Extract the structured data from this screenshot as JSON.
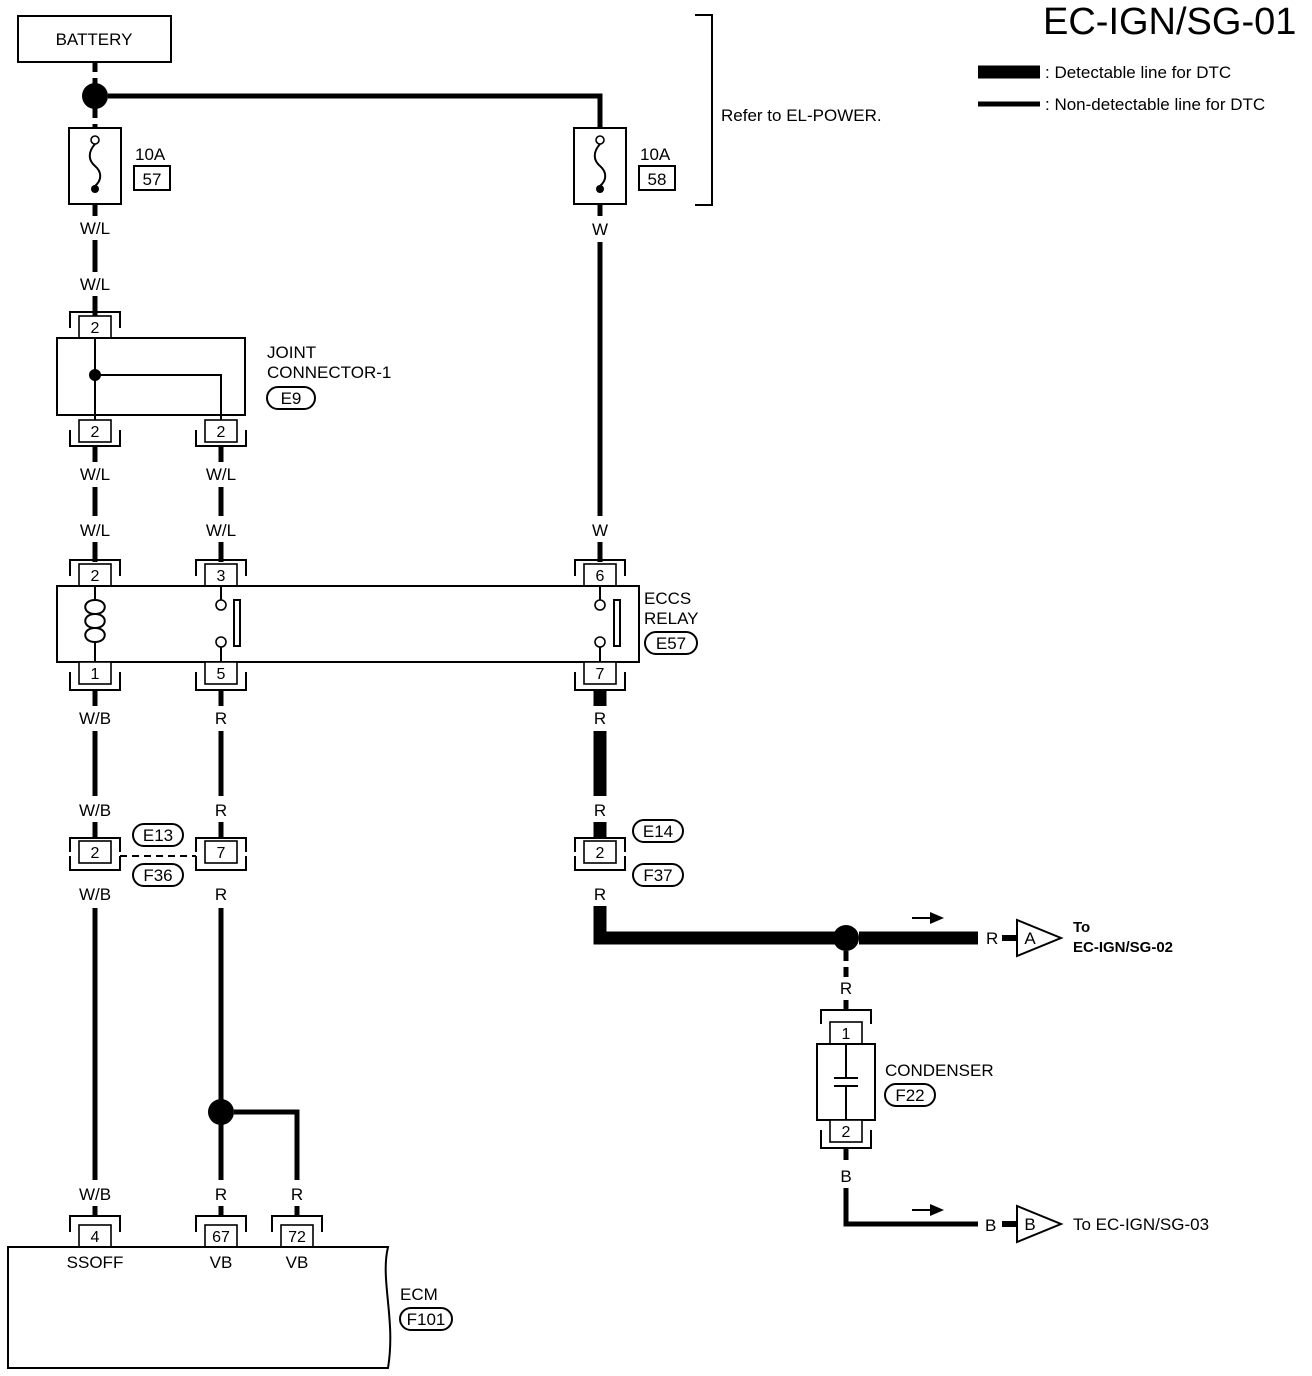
{
  "title": "EC-IGN/SG-01",
  "legend": {
    "detectable": ": Detectable line for DTC",
    "non_detectable": ": Non-detectable line for DTC"
  },
  "refer_note": "Refer to EL-POWER.",
  "battery": "BATTERY",
  "fuses": [
    {
      "rating": "10A",
      "number": "57"
    },
    {
      "rating": "10A",
      "number": "58"
    }
  ],
  "joint_connector": {
    "line1": "JOINT",
    "line2": "CONNECTOR-1",
    "code": "E9",
    "pin_top": "2",
    "pin_bottom_left": "2",
    "pin_bottom_right": "2"
  },
  "eccs_relay": {
    "line1": "ECCS",
    "line2": "RELAY",
    "code": "E57",
    "pins": [
      "2",
      "3",
      "6",
      "1",
      "5",
      "7"
    ]
  },
  "inline_connectors": {
    "left_code_top": "E13",
    "left_code_bottom": "F36",
    "left_pins": [
      "2",
      "7"
    ],
    "right_code_top": "E14",
    "right_code_bottom": "F37",
    "right_pin": "2"
  },
  "condenser": {
    "label": "CONDENSER",
    "code": "F22",
    "pins": [
      "1",
      "2"
    ]
  },
  "ecm": {
    "label": "ECM",
    "code": "F101",
    "pins": [
      {
        "num": "4",
        "name": "SSOFF"
      },
      {
        "num": "67",
        "name": "VB"
      },
      {
        "num": "72",
        "name": "VB"
      }
    ]
  },
  "wire_colors": {
    "wl": "W/L",
    "w": "W",
    "wb": "W/B",
    "r": "R",
    "b": "B"
  },
  "off_page": [
    {
      "letter": "A",
      "color": "R",
      "line1": "To",
      "line2": "EC-IGN/SG-02"
    },
    {
      "letter": "B",
      "color": "B",
      "text": "To EC-IGN/SG-03"
    }
  ]
}
